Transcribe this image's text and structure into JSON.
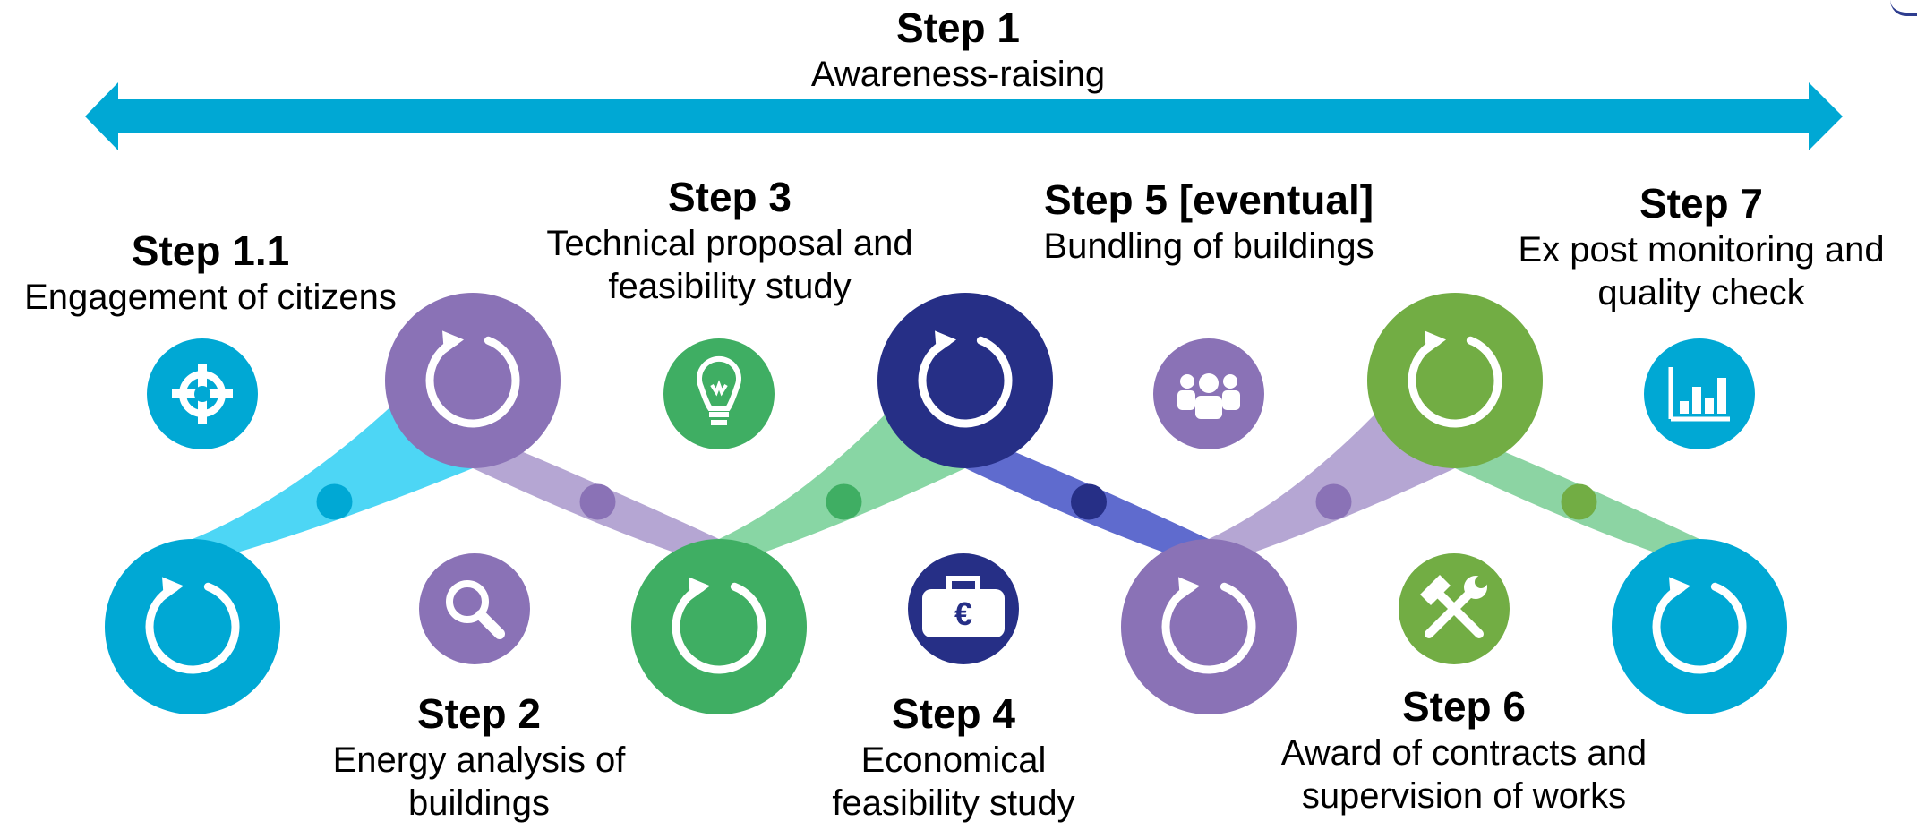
{
  "header": {
    "title": "Step 1",
    "subtitle": "Awareness-raising"
  },
  "steps": [
    {
      "title": "Step 1.1",
      "desc": [
        "Engagement of citizens"
      ]
    },
    {
      "title": "Step 2",
      "desc": [
        "Energy analysis of",
        "buildings"
      ]
    },
    {
      "title": "Step 3",
      "desc": [
        "Technical proposal and",
        "feasibility study"
      ]
    },
    {
      "title": "Step 4",
      "desc": [
        "Economical",
        "feasibility study"
      ]
    },
    {
      "title": "Step 5 [eventual]",
      "desc": [
        "Bundling of buildings"
      ]
    },
    {
      "title": "Step 6",
      "desc": [
        "Award of contracts and",
        "supervision of works"
      ]
    },
    {
      "title": "Step 7",
      "desc": [
        "Ex post monitoring and",
        "quality check"
      ]
    }
  ],
  "icons": [
    "crosshair-icon",
    "magnifier-icon",
    "lightbulb-icon",
    "euro-bag-icon",
    "people-icon",
    "tools-icon",
    "bar-chart-icon"
  ],
  "colors": {
    "arrow": "#00a8d4",
    "cyan": "#00a8d4",
    "cyan_light": "#4dd6f5",
    "purple": "#8a72b6",
    "purple_light": "#b5a6d3",
    "green": "#3fae63",
    "green_light": "#88d6a4",
    "navy": "#262f86",
    "navy_light": "#5f6bce",
    "olive_green": "#72ad44",
    "mint": "#8cd4a3"
  }
}
